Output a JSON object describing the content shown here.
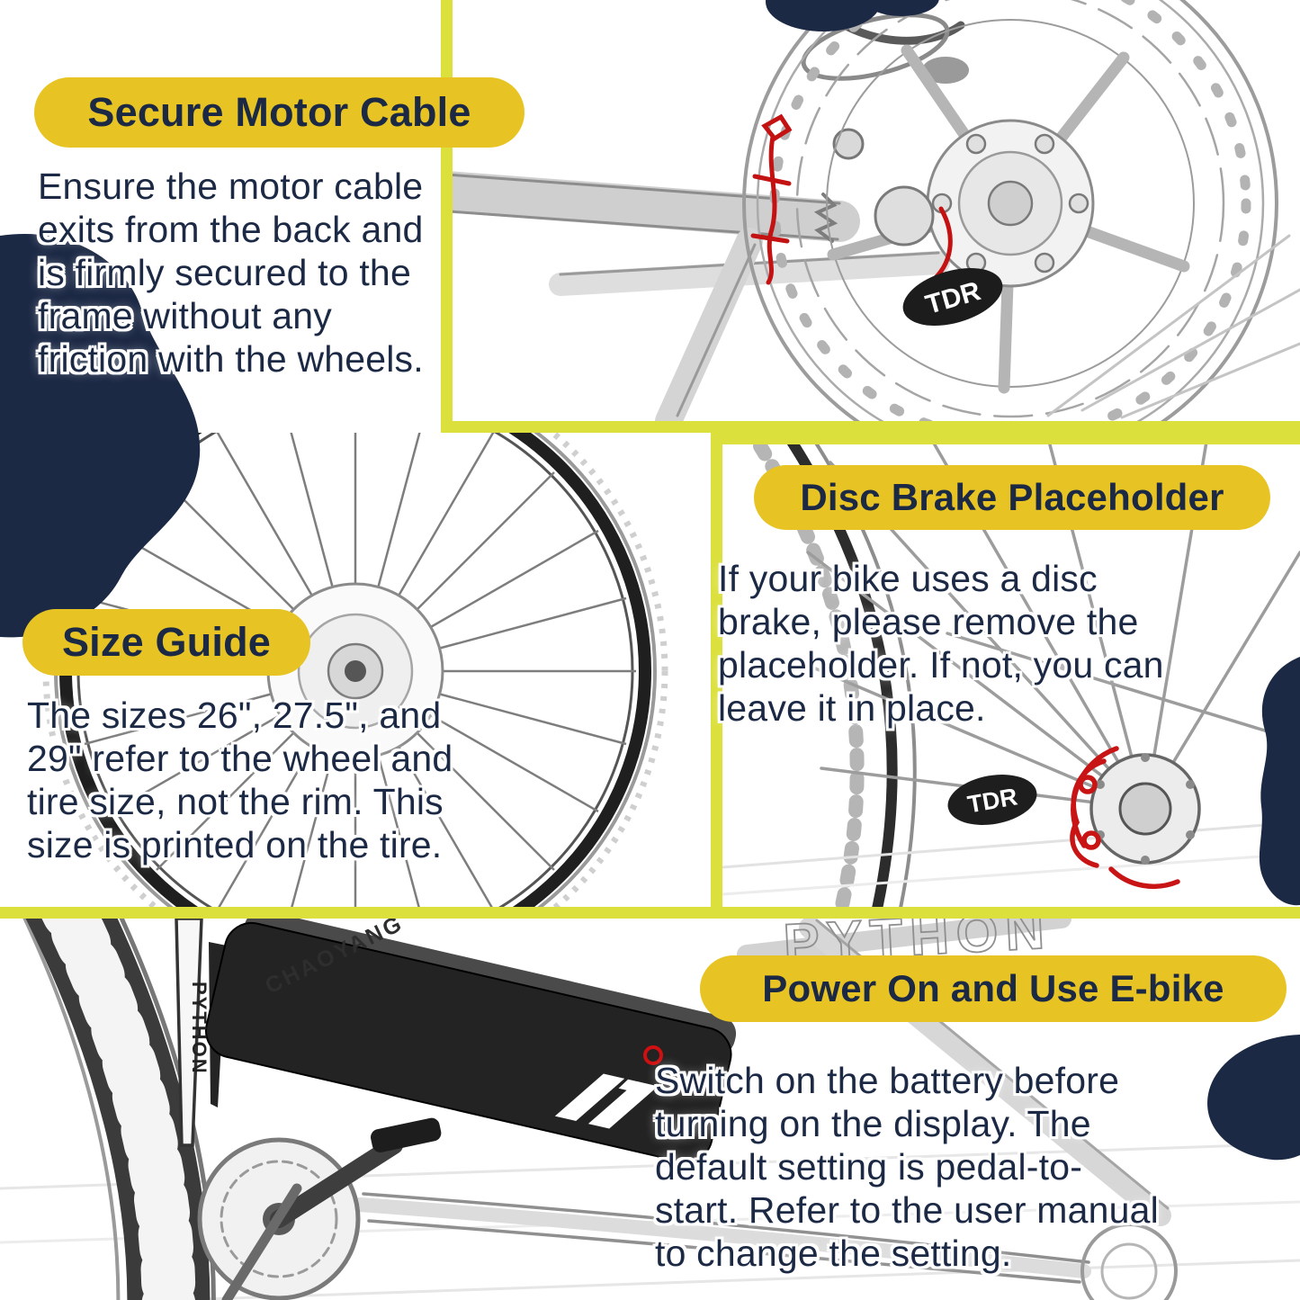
{
  "colors": {
    "badge_yellow": "#e7c424",
    "lime_border": "#dbe03c",
    "navy_text": "#1c2945",
    "sketch_red": "#c41111"
  },
  "sections": [
    {
      "id": "secure-motor-cable",
      "title": "Secure Motor Cable",
      "body": "Ensure the motor cable\nexits from the back and\nis firmly secured to the\nframe without any\nfriction with the wheels."
    },
    {
      "id": "size-guide",
      "title": "Size Guide",
      "body": "The sizes 26\", 27.5\", and\n29\" refer to the wheel and\ntire size, not the rim. This\nsize is printed on the tire."
    },
    {
      "id": "disc-brake-placeholder",
      "title": "Disc Brake Placeholder",
      "body": "If your bike uses a disc\nbrake, please remove the\nplaceholder. If not, you can\nleave it in place."
    },
    {
      "id": "power-on",
      "title": "Power On and Use E-bike",
      "body": "Switch on the battery before\nturning on the display. The\ndefault setting is pedal-to-\nstart. Refer to the user manual\nto change the setting."
    }
  ],
  "sketch_labels": {
    "rotor_logo": "TDR",
    "hub_logo": "TDR",
    "tire_brand": "CHAOYANG",
    "fork_brand": "PYTHON",
    "floor_brand": "PYTHON"
  }
}
